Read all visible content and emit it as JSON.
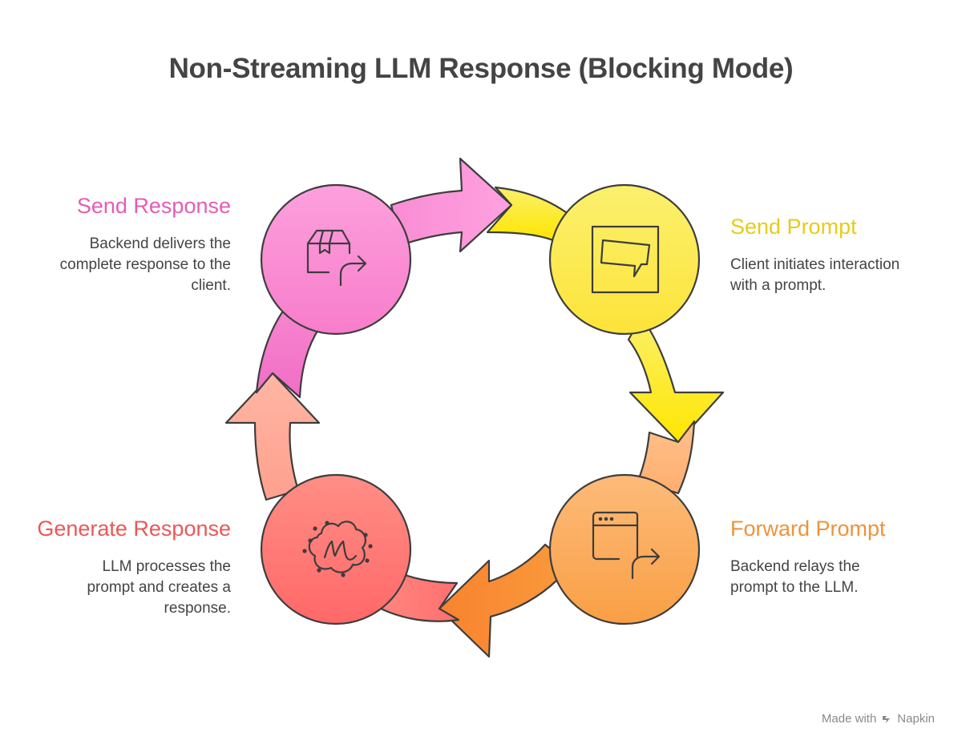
{
  "title": "Non-Streaming LLM Response (Blocking Mode)",
  "steps": [
    {
      "label": "Send Prompt",
      "description": "Client initiates interaction with a prompt.",
      "color": "#E8D21E",
      "icon": "chat-bubble-icon"
    },
    {
      "label": "Forward Prompt",
      "description": "Backend relays the prompt to the LLM.",
      "color": "#F0923B",
      "icon": "browser-forward-icon"
    },
    {
      "label": "Generate Response",
      "description": "LLM processes the prompt and creates a response.",
      "color": "#EB5757",
      "icon": "llm-cloud-icon"
    },
    {
      "label": "Send Response",
      "description": "Backend delivers the complete response to the client.",
      "color": "#E35DB6",
      "icon": "package-forward-icon"
    }
  ],
  "branding": {
    "made_with": "Made with",
    "brand": "Napkin"
  }
}
